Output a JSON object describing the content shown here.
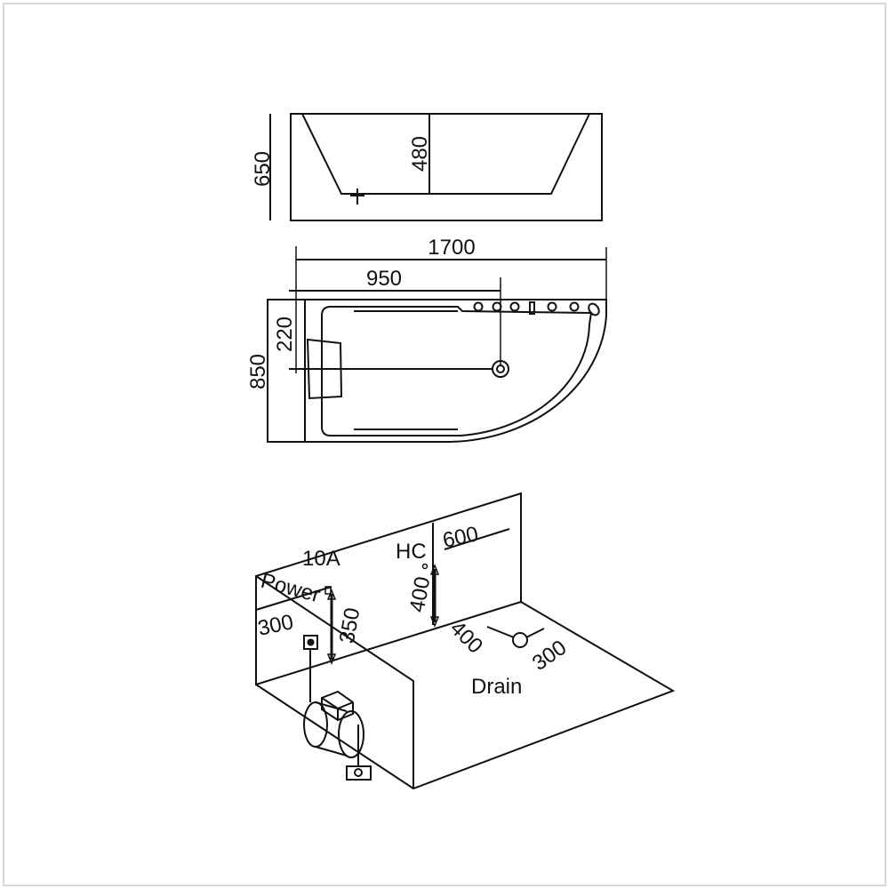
{
  "side_view": {
    "height_total": "650",
    "depth_inner": "480"
  },
  "plan_view": {
    "length": "1700",
    "drain_offset_x": "950",
    "width": "850",
    "drain_offset_y": "220"
  },
  "installation": {
    "power_label": "Power",
    "power_rating": "10A",
    "power_height": "350",
    "power_offset": "300",
    "hc_label": "HC",
    "hc_offset": "600",
    "hc_height": "400",
    "drain_label": "Drain",
    "drain_offset_a": "400",
    "drain_offset_b": "300"
  },
  "colors": {
    "line": "#111111",
    "frame": "#cccccc",
    "background": "#ffffff"
  }
}
